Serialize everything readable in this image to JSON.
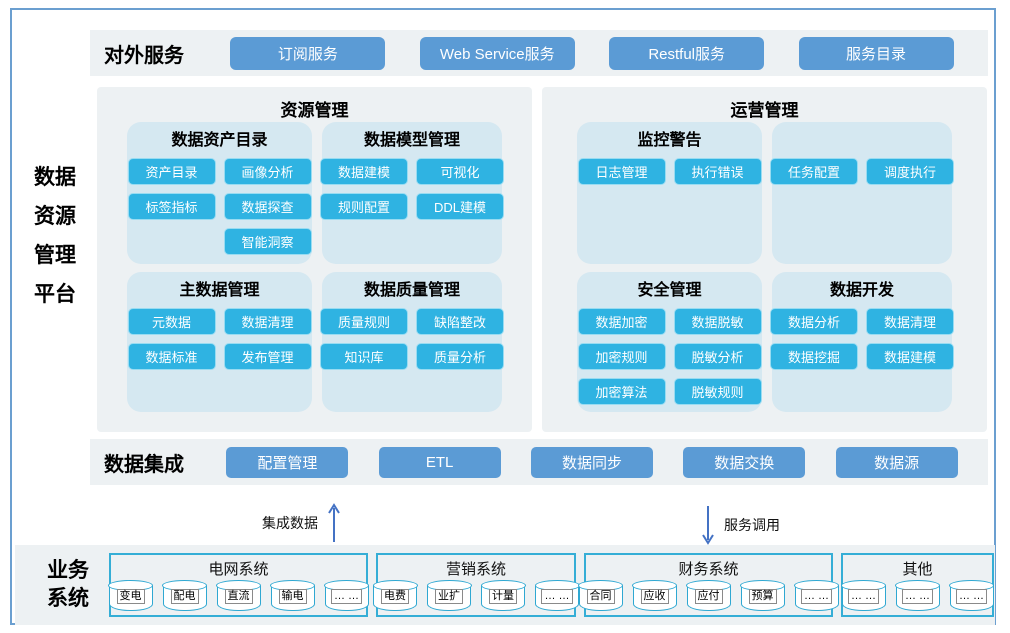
{
  "platform": {
    "label_lines": [
      "数据",
      "资源",
      "管理",
      "平台"
    ]
  },
  "external_services": {
    "title": "对外服务",
    "buttons": [
      "订阅服务",
      "Web Service服务",
      "Restful服务",
      "服务目录"
    ]
  },
  "resource_management": {
    "title": "资源管理",
    "groups": [
      {
        "title": "数据资产目录",
        "buttons": [
          "资产目录",
          "画像分析",
          "标签指标",
          "数据探查",
          "智能洞察"
        ]
      },
      {
        "title": "数据模型管理",
        "buttons": [
          "数据建模",
          "可视化",
          "规则配置",
          "DDL建模"
        ]
      },
      {
        "title": "主数据管理",
        "buttons": [
          "元数据",
          "数据清理",
          "数据标准",
          "发布管理"
        ]
      },
      {
        "title": "数据质量管理",
        "buttons": [
          "质量规则",
          "缺陷整改",
          "知识库",
          "质量分析"
        ]
      }
    ]
  },
  "operation_management": {
    "title": "运营管理",
    "groups": [
      {
        "title": "监控警告",
        "buttons": [
          "日志管理",
          "执行错误"
        ]
      },
      {
        "title": "",
        "buttons": [
          "任务配置",
          "调度执行"
        ]
      },
      {
        "title": "安全管理",
        "buttons": [
          "数据加密",
          "数据脱敏",
          "加密规则",
          "脱敏分析",
          "加密算法",
          "脱敏规则"
        ]
      },
      {
        "title": "数据开发",
        "buttons": [
          "数据分析",
          "数据清理",
          "数据挖掘",
          "数据建模"
        ]
      }
    ]
  },
  "data_integration": {
    "title": "数据集成",
    "buttons": [
      "配置管理",
      "ETL",
      "数据同步",
      "数据交换",
      "数据源"
    ]
  },
  "flows": {
    "up_label": "集成数据",
    "down_label": "服务调用"
  },
  "business_systems": {
    "label_lines": [
      "业务",
      "系统"
    ],
    "systems": [
      {
        "name": "电网系统",
        "items": [
          "变电",
          "配电",
          "直流",
          "输电",
          "… …"
        ]
      },
      {
        "name": "营销系统",
        "items": [
          "电费",
          "业扩",
          "计量",
          "… …"
        ]
      },
      {
        "name": "财务系统",
        "items": [
          "合同",
          "应收",
          "应付",
          "预算",
          "… …"
        ]
      },
      {
        "name": "其他",
        "items": [
          "… …",
          "… …",
          "… …"
        ]
      }
    ]
  },
  "colors": {
    "frame_border": "#6b9fd0",
    "band_bg": "#edf1f3",
    "subpanel_bg": "#d5e8f1",
    "primary_button": "#5b9bd5",
    "feature_button": "#2fb3e2",
    "arrow": "#4472c4",
    "system_box_border": "#35aed6"
  }
}
